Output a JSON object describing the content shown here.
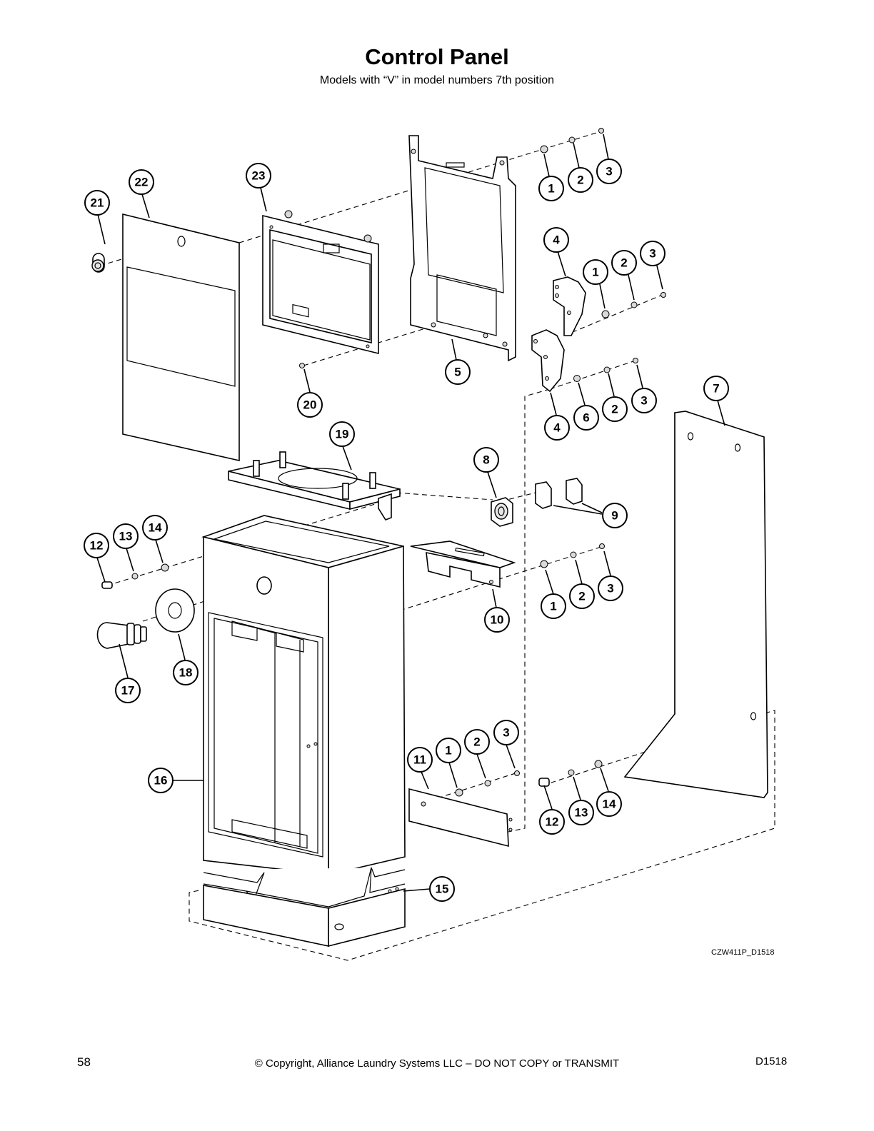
{
  "header": {
    "title": "Control Panel",
    "subtitle": "Models with “V” in model numbers 7th position"
  },
  "drawing_id": "CZW411P_D1518",
  "footer": {
    "page_number": "58",
    "copyright": "© Copyright, Alliance Laundry Systems LLC – DO NOT COPY or TRANSMIT",
    "doc_code": "D1518"
  },
  "callouts": {
    "c1": "1",
    "c2": "2",
    "c3": "3",
    "c4": "4",
    "c5": "5",
    "c6": "6",
    "c7": "7",
    "c8": "8",
    "c9": "9",
    "c10": "10",
    "c11": "11",
    "c12": "12",
    "c13": "13",
    "c14": "14",
    "c15": "15",
    "c16": "16",
    "c17": "17",
    "c18": "18",
    "c19": "19",
    "c20": "20",
    "c21": "21",
    "c22": "22",
    "c23": "23"
  }
}
